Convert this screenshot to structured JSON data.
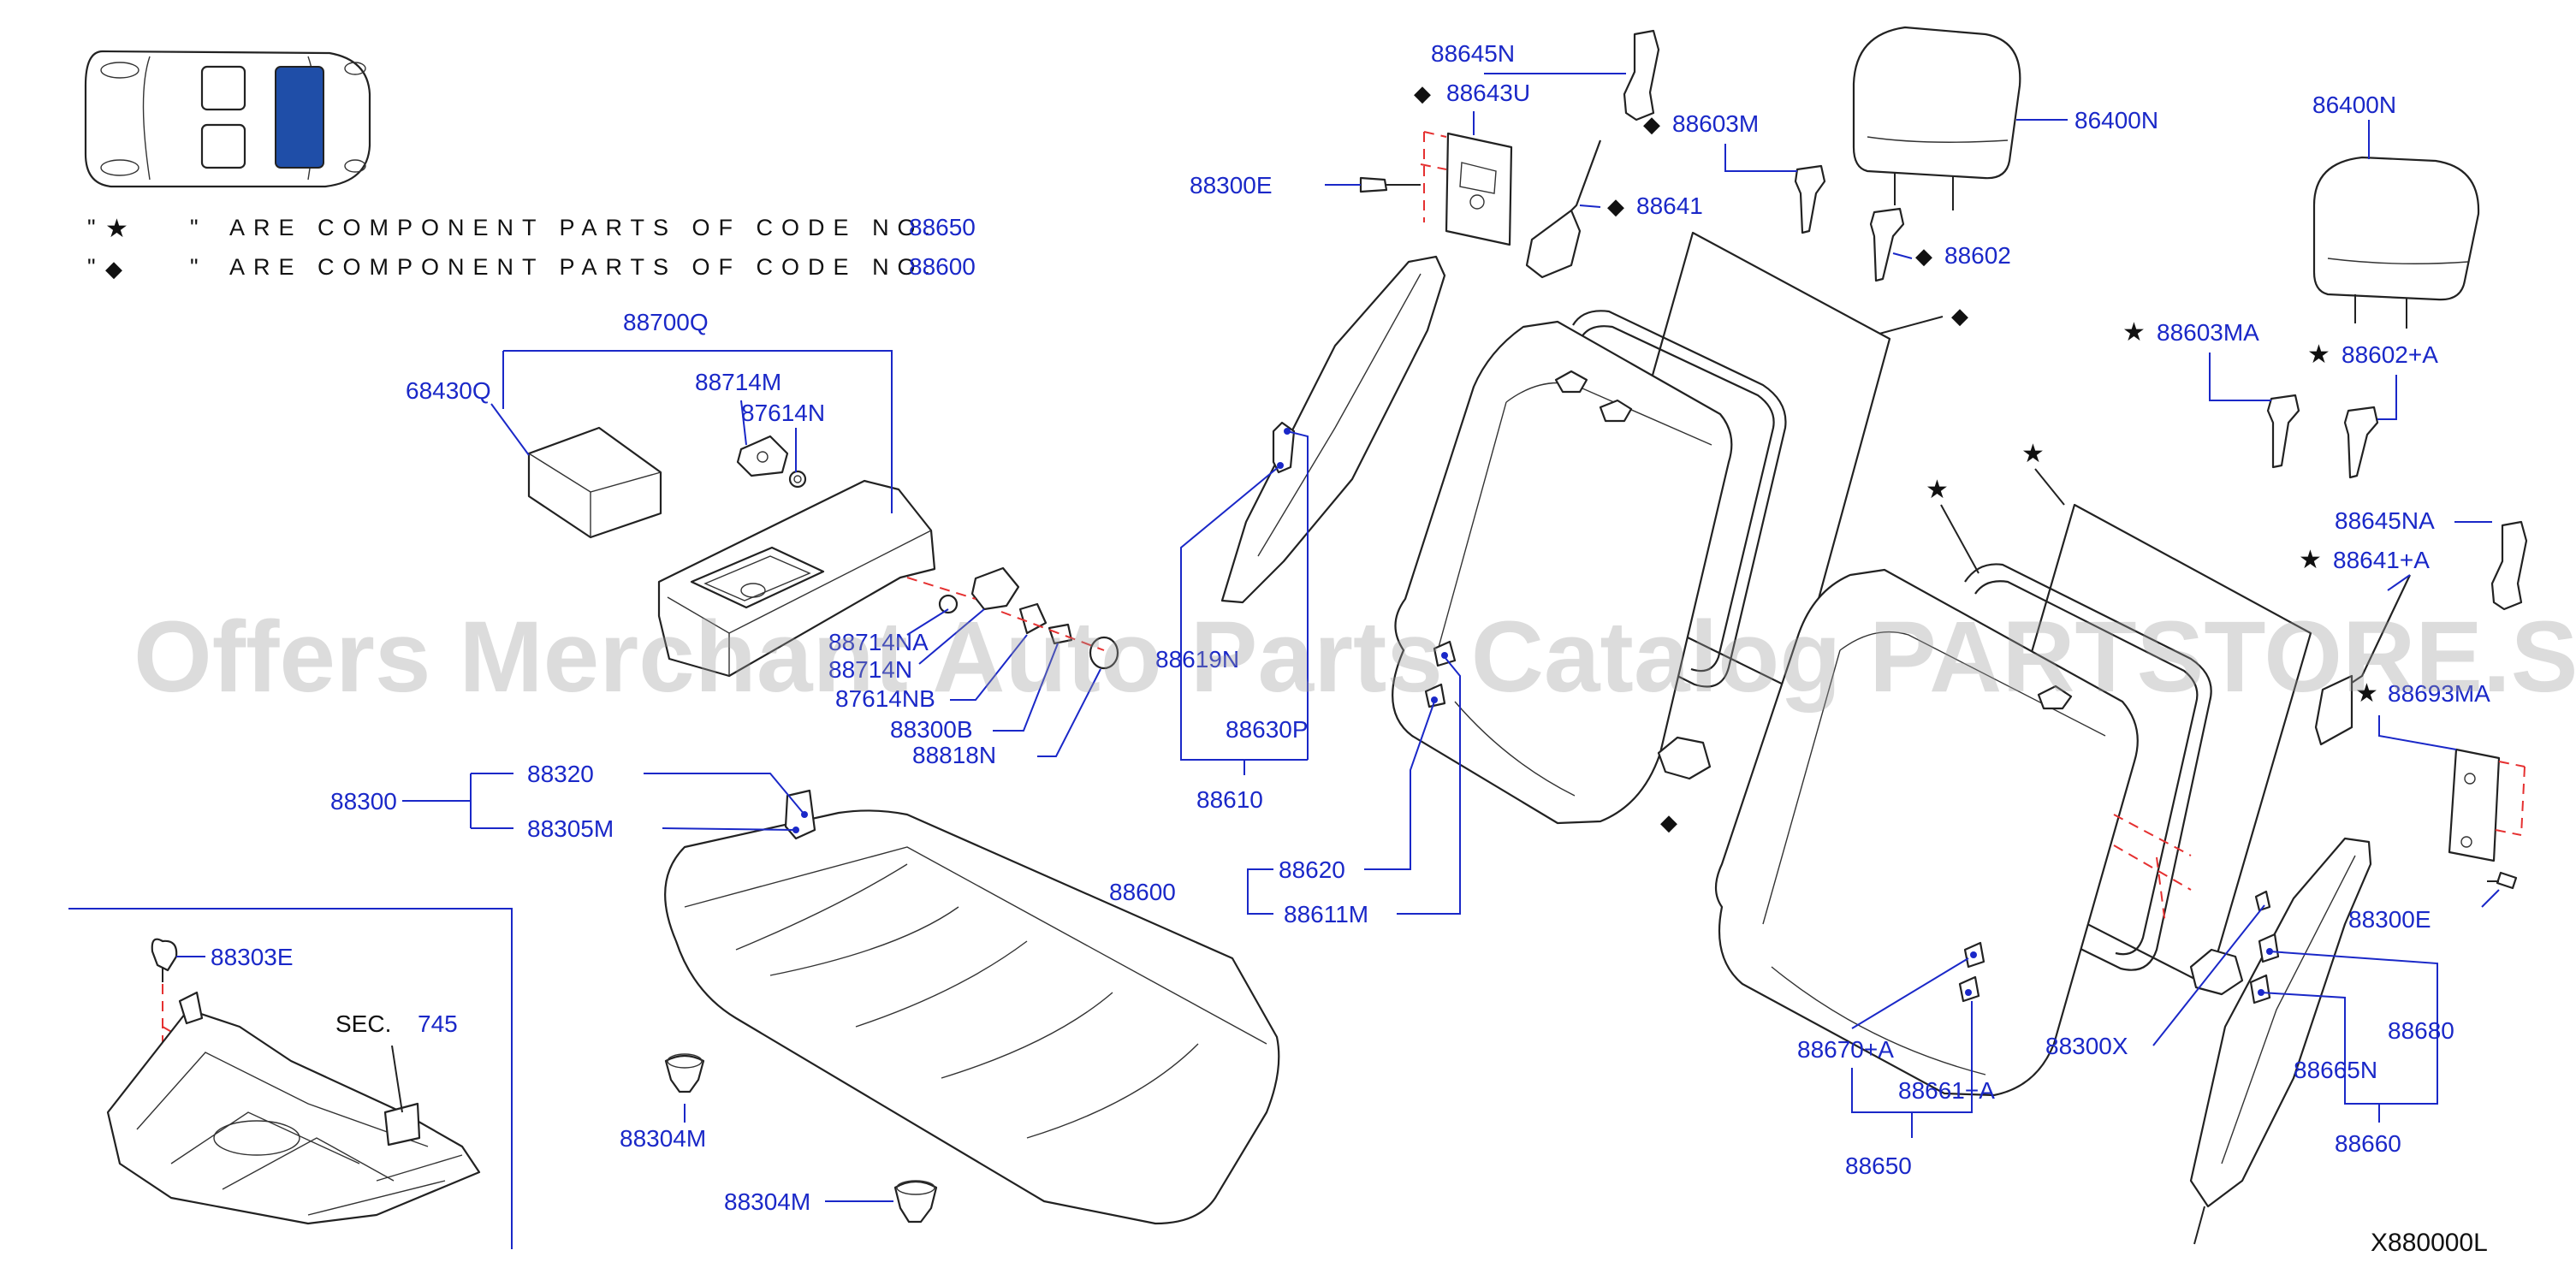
{
  "diagram_code": "X880000L",
  "watermark": "Offers Merchant Auto Parts Catalog PARTSTORE.SA",
  "legend": {
    "star_line": {
      "quote_open": "\"",
      "symbol": "★",
      "quote_close": "\"",
      "text": "ARE COMPONENT PARTS OF CODE NO.",
      "code": "88650"
    },
    "diamond_line": {
      "quote_open": "\"",
      "symbol": "◆",
      "quote_close": "\"",
      "text": "ARE COMPONENT PARTS OF CODE NO.",
      "code": "88600"
    }
  },
  "section_ref": {
    "label": "SEC.",
    "number": "745"
  },
  "callouts": {
    "p88645N": "88645N",
    "p88643U": "88643U",
    "p88300E_top": "88300E",
    "p88603M": "88603M",
    "p86400N_a": "86400N",
    "p88641": "88641",
    "p88602": "88602",
    "p86400N_b": "86400N",
    "p88700Q": "88700Q",
    "p68430Q": "68430Q",
    "p88714M": "88714M",
    "p87614N": "87614N",
    "p88714NA": "88714NA",
    "p88714N": "88714N",
    "p87614NB": "87614NB",
    "p88300B": "88300B",
    "p88818N": "88818N",
    "p88619N": "88619N",
    "p88630P": "88630P",
    "p88610": "88610",
    "p88603MA": "88603MA",
    "p88602A": "88602+A",
    "p88645NA": "88645NA",
    "p88641A": "88641+A",
    "p88693MA": "88693MA",
    "p88300": "88300",
    "p88320": "88320",
    "p88305M": "88305M",
    "p88600": "88600",
    "p88620": "88620",
    "p88611M": "88611M",
    "p88303E": "88303E",
    "p88304M_a": "88304M",
    "p88304M_b": "88304M",
    "p88300E_bot": "88300E",
    "p88300X": "88300X",
    "p88670A": "88670+A",
    "p88661A": "88661+A",
    "p88650": "88650",
    "p88680": "88680",
    "p88665N": "88665N",
    "p88660": "88660"
  },
  "symbols": {
    "star": "★",
    "diamond": "◆"
  },
  "icons": [
    "car-top-view-icon",
    "star-icon",
    "diamond-icon"
  ],
  "colors": {
    "callout_blue": "#1a28c8",
    "leader_red": "#e53030",
    "highlight_seat": "#1f4ea8"
  }
}
